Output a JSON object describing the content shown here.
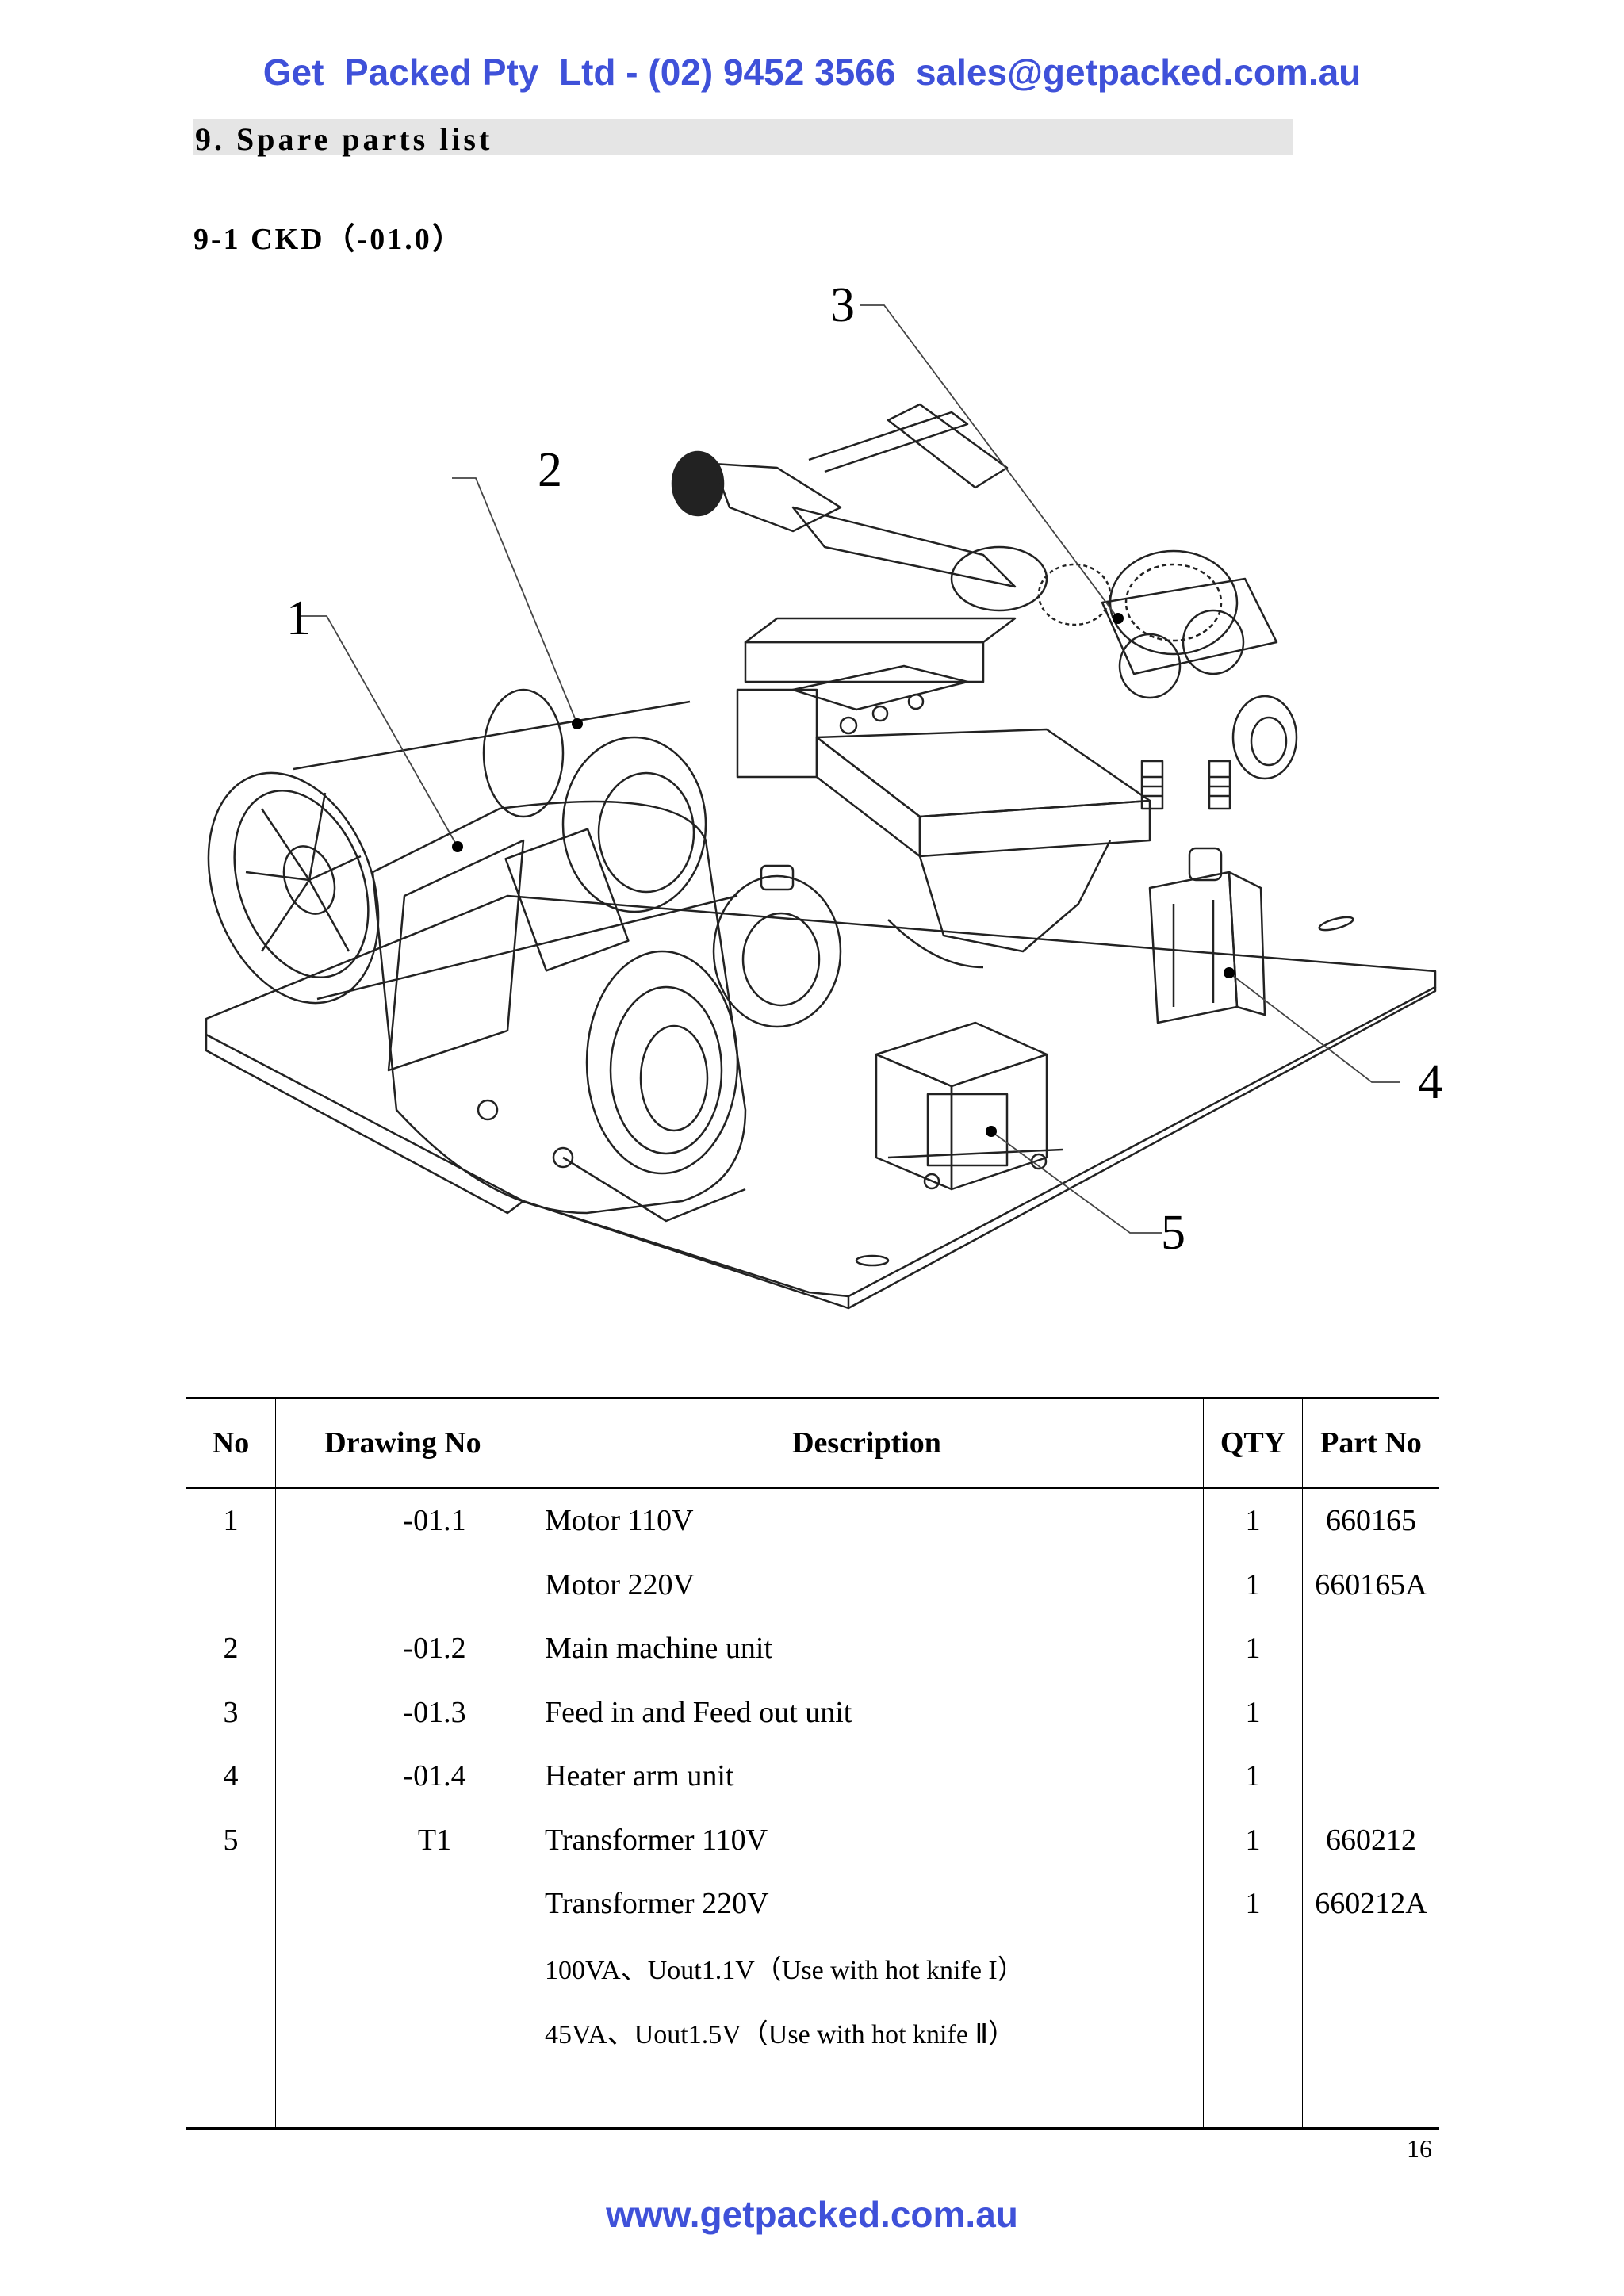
{
  "header": {
    "banner": "Get  Packed Pty  Ltd - (02) 9452 3566  sales@getpacked.com.au"
  },
  "section": {
    "title": "9. Spare parts list",
    "subtitle": "9-1 CKD（-01.0）"
  },
  "drawing": {
    "callouts": [
      "1",
      "2",
      "3",
      "4",
      "5"
    ]
  },
  "table": {
    "headers": {
      "no": "No",
      "drawing_no": "Drawing  No",
      "description": "Description",
      "qty": "QTY",
      "part_no": "Part  No"
    },
    "rows": [
      {
        "no": "1",
        "drawing_no": "-01.1",
        "description": "Motor  110V",
        "qty": "1",
        "part_no": "660165"
      },
      {
        "no": "",
        "drawing_no": "",
        "description": "Motor  220V",
        "qty": "1",
        "part_no": "660165A"
      },
      {
        "no": "2",
        "drawing_no": "-01.2",
        "description": "Main  machine  unit",
        "qty": "1",
        "part_no": ""
      },
      {
        "no": "3",
        "drawing_no": "-01.3",
        "description": "Feed  in  and  Feed  out  unit",
        "qty": "1",
        "part_no": ""
      },
      {
        "no": "4",
        "drawing_no": "-01.4",
        "description": "Heater  arm  unit",
        "qty": "1",
        "part_no": ""
      },
      {
        "no": "5",
        "drawing_no": "T1",
        "description": "Transformer  110V",
        "qty": "1",
        "part_no": "660212"
      },
      {
        "no": "",
        "drawing_no": "",
        "description": "Transformer  220V",
        "qty": "1",
        "part_no": "660212A"
      },
      {
        "no": "",
        "drawing_no": "",
        "description": "100VA、Uout1.1V（Use  with  hot  knife  I）",
        "qty": "",
        "part_no": ""
      },
      {
        "no": "",
        "drawing_no": "",
        "description": "45VA、Uout1.5V（Use  with  hot  knife  Ⅱ）",
        "qty": "",
        "part_no": ""
      },
      {
        "no": "",
        "drawing_no": "",
        "description": "",
        "qty": "",
        "part_no": ""
      }
    ]
  },
  "footer": {
    "page_number": "16",
    "url": "www.getpacked.com.au"
  }
}
